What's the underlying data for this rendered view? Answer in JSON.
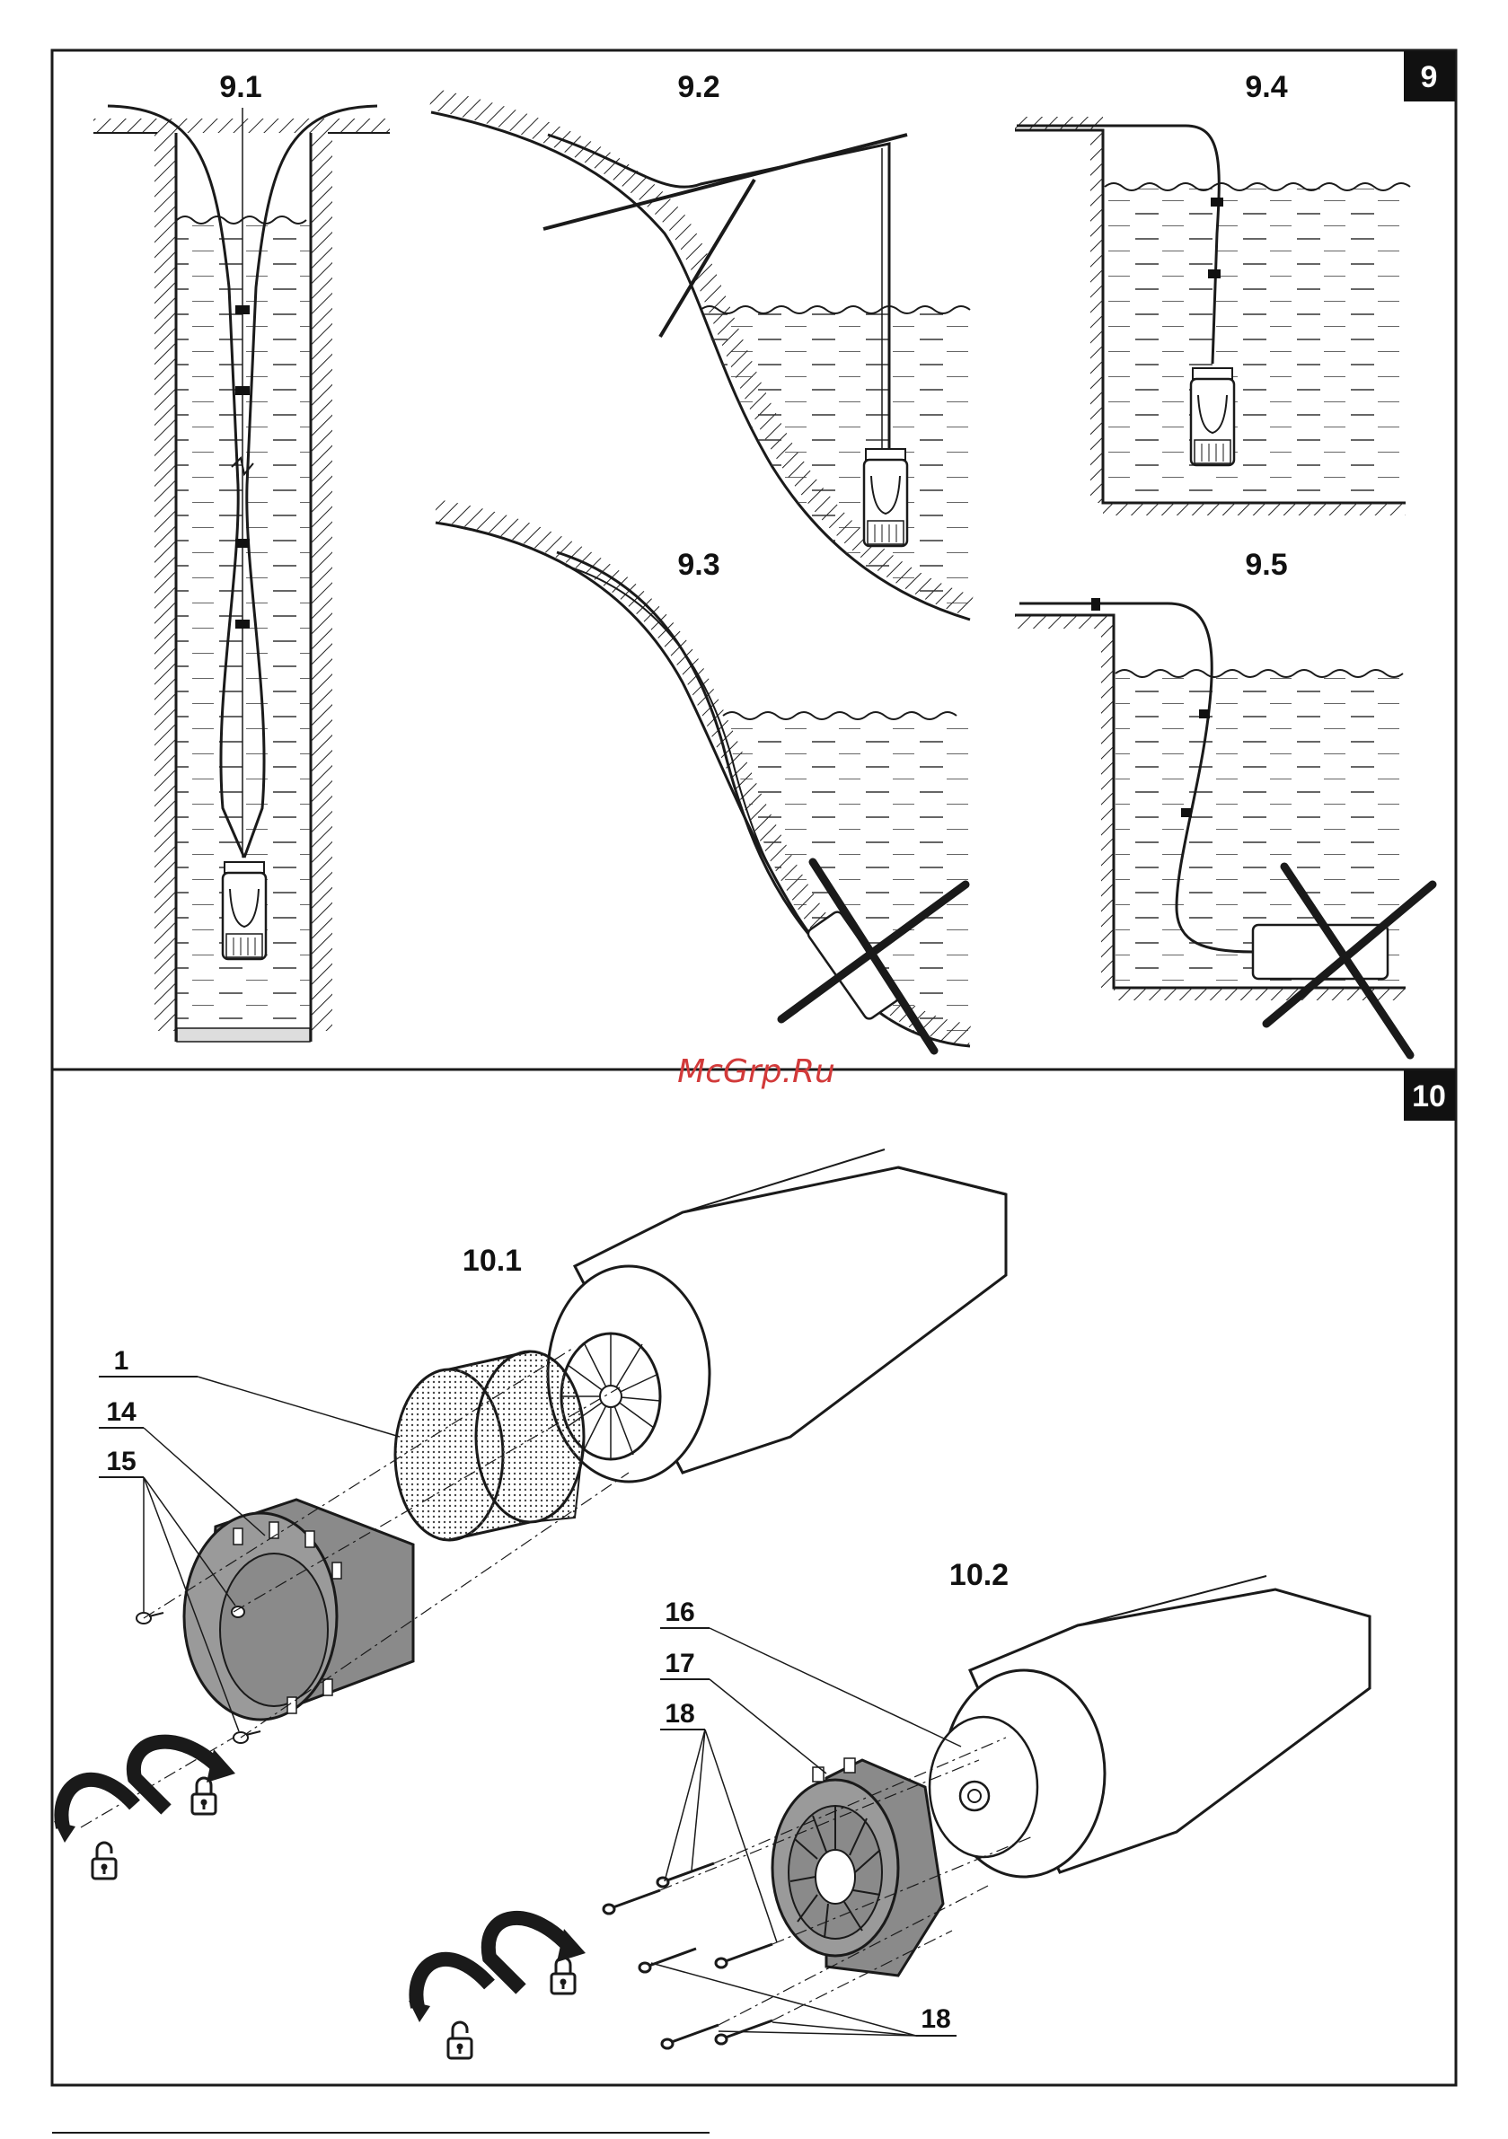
{
  "section_9": {
    "badge": "9",
    "figures": [
      {
        "label": "9.1"
      },
      {
        "label": "9.2"
      },
      {
        "label": "9.3"
      },
      {
        "label": "9.4"
      },
      {
        "label": "9.5"
      }
    ]
  },
  "section_10": {
    "badge": "10",
    "figures": [
      {
        "label": "10.1"
      },
      {
        "label": "10.2"
      }
    ],
    "part_labels": [
      "1",
      "14",
      "15",
      "16",
      "17",
      "18",
      "18",
      "18"
    ]
  },
  "watermark": "McGrp.Ru",
  "colors": {
    "line": "#1a1a1a",
    "part_fill": "#8a8a8a",
    "badge_bg": "#111111",
    "watermark": "#d23a3a"
  }
}
